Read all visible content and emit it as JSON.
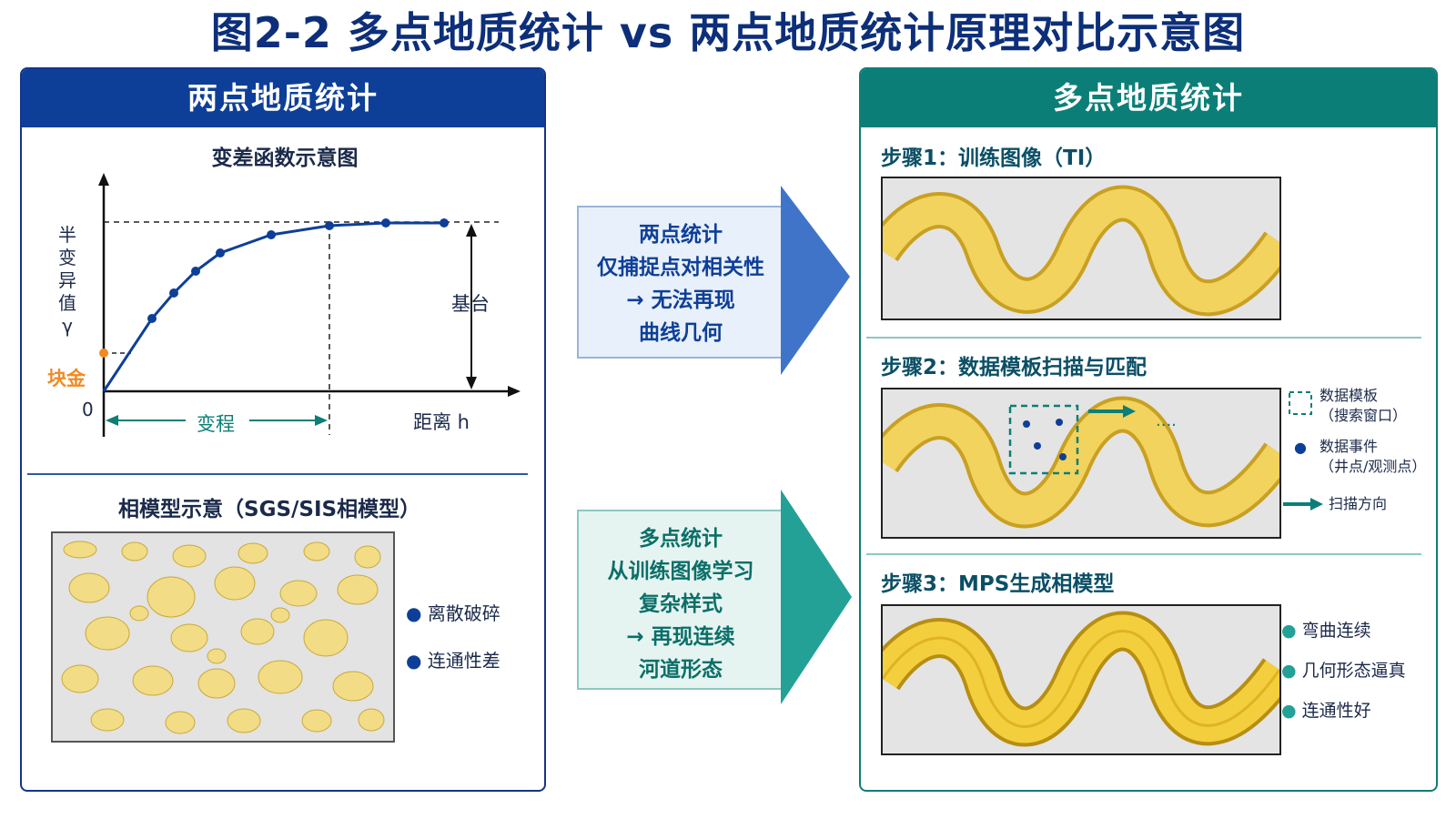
{
  "title": "图2-2  多点地质统计 vs 两点地质统计原理对比示意图",
  "left_panel": {
    "header": "两点地质统计",
    "variogram_title": "变差函数示意图",
    "y_axis_label": "半\n变\n异\n值\nγ",
    "nugget_label": "块金",
    "sill_label": "基台",
    "range_label": "变程",
    "origin_label": "0",
    "x_axis_label": "距离 h",
    "facies_title": "相模型示意（SGS/SIS相模型）",
    "bullets": [
      "离散破碎",
      "连通性差"
    ]
  },
  "middle": {
    "two_point_lines": [
      "两点统计",
      "仅捕捉点对相关性",
      "→ 无法再现",
      "曲线几何"
    ],
    "multi_point_lines": [
      "多点统计",
      "从训练图像学习",
      "复杂样式",
      "→ 再现连续",
      "河道形态"
    ]
  },
  "right_panel": {
    "header": "多点地质统计",
    "step1": "步骤1：训练图像（TI）",
    "step2": "步骤2：数据模板扫描与匹配",
    "step3": "步骤3：MPS生成相模型",
    "legend": {
      "template": "数据模板",
      "template_sub": "（搜索窗口）",
      "event": "数据事件",
      "event_sub": "（井点/观测点）",
      "scan": "扫描方向"
    },
    "bullets": [
      "弯曲连续",
      "几何形态逼真",
      "连通性好"
    ]
  },
  "colors": {
    "navy": "#0e3f98",
    "teal": "#0b7f77",
    "orange": "#f08a24",
    "channel": "#f0d35a"
  },
  "chart_data": {
    "type": "line",
    "title": "变差函数示意图",
    "xlabel": "距离 h",
    "ylabel": "半变异值 γ",
    "series": [
      {
        "values": [
          [
            0,
            0.0
          ],
          [
            1,
            0.37
          ],
          [
            2,
            0.53
          ],
          [
            3,
            0.65
          ],
          [
            4,
            0.77
          ],
          [
            5,
            0.87
          ],
          [
            6,
            0.95
          ],
          [
            7,
            0.98
          ],
          [
            8,
            0.98
          ]
        ]
      }
    ],
    "annotations": [
      "块金",
      "基台",
      "变程"
    ]
  }
}
